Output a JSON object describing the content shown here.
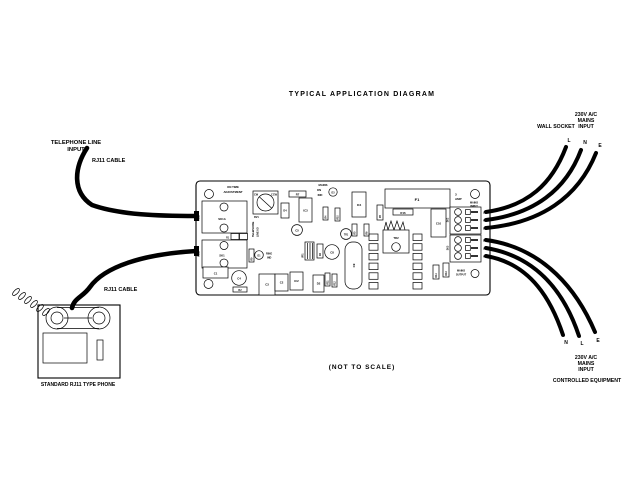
{
  "title": "TYPICAL APPLICATION DIAGRAM",
  "note": "(NOT TO SCALE)",
  "colors": {
    "ink": "#000000",
    "background": "#ffffff"
  },
  "left_side": {
    "tel_line_1": "TELEPHONE LINE",
    "tel_line_2": "INPUT",
    "rj11_cable_upper": "RJ11 CABLE",
    "rj11_cable_lower": "RJ11 CABLE",
    "phone_caption": "STANDARD RJ11 TYPE PHONE"
  },
  "right_top": {
    "wall_socket": "WALL SOCKET",
    "mains_1": "230V A/C",
    "mains_2": "MAINS",
    "mains_3": "INPUT",
    "wire_l": "L",
    "wire_n": "N",
    "wire_e": "E"
  },
  "right_bottom": {
    "wire_n": "N",
    "wire_l": "L",
    "wire_e": "E",
    "mains_1": "230V A/C",
    "mains_2": "MAINS",
    "mains_3": "INPUT",
    "caption": "CONTROLLED EQUIPMENT"
  },
  "pcb": {
    "on_time_1": "ON TIME",
    "on_time_2": "ADJUSTMENT",
    "cw": "CW",
    "ccw": "CCW",
    "rv1": "RV1",
    "r7": "R7",
    "d4": "D4",
    "ic3": "IC3",
    "mains_on_1": "MAINS",
    "mains_on_2": "ON",
    "mains_on_3": "IND",
    "d3": "D3",
    "ic4": "IC4",
    "r4": "R4",
    "r10": "R10",
    "r5": "R5",
    "r6": "R6",
    "d5": "D5",
    "f1": "F1",
    "amp_1": "3",
    "amp_2": "AMP",
    "mains_in_1": "MAINS",
    "mains_in_2": "INPUT",
    "r16": "R16",
    "c10": "C10",
    "sk2": "SK2",
    "sk2_l": "L",
    "sk2_n": "N",
    "sk2_e": "E",
    "sk3": "SK3",
    "sk3_e": "E",
    "sk3_l": "L",
    "sk3_n": "N",
    "r14": "R14",
    "r13": "R13",
    "mains_out_1": "MAINS",
    "mains_out_2": "OUTPUT",
    "rj11_upper": "RJ11",
    "rj11_lower": "RJ11",
    "sk1a": "SK1A",
    "sk1": "SK1",
    "r1": "R1",
    "tel_io_1": "TELEPHONE",
    "tel_io_2": "LINE I/O",
    "d1": "D1",
    "ring_1": "RING",
    "ring_2": "IND",
    "r9": "R9",
    "c1": "C1",
    "c4": "C4",
    "r2": "R2",
    "c3": "C3",
    "c2": "C2",
    "ic2": "IC2",
    "d2": "D2",
    "r11": "R11",
    "r12": "R12",
    "c5": "C5",
    "vr1": "VR1",
    "d6": "D6",
    "c8": "C8",
    "tr1": "TR1",
    "c9": "C9",
    "tr2": "TR2"
  }
}
